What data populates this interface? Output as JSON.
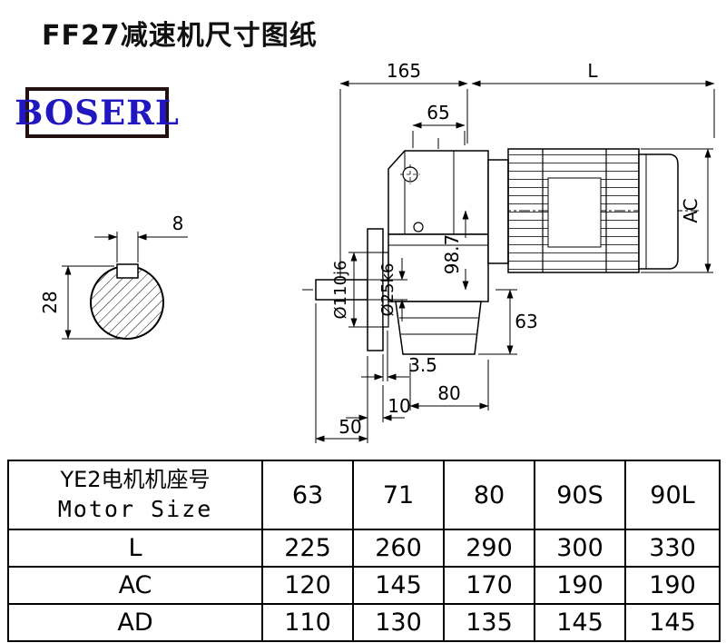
{
  "page": {
    "title": "FF27减速机尺寸图纸"
  },
  "logo": {
    "text": "BOSERL"
  },
  "colors": {
    "title": "#111111",
    "logo_text": "#2017c0",
    "logo_border": "#231010",
    "line": "#000000"
  },
  "drawing": {
    "dims": {
      "top_width": "165",
      "motor_length": "L",
      "inner_width": "65",
      "motor_diameter": "AC",
      "key_width": "8",
      "shaft_end_diameter": "28",
      "flange_spigot": "Ø110j6",
      "shaft_diameter": "Ø25k6",
      "axis_height": "98.7",
      "bottom_height": "63",
      "spigot_depth": "3.5",
      "housing_width": "80",
      "flange_thickness": "10",
      "shaft_length": "50"
    }
  },
  "table": {
    "header": {
      "label_cn": "YE2电机机座号",
      "label_en": "Motor Size",
      "cols": [
        "63",
        "71",
        "80",
        "90S",
        "90L"
      ]
    },
    "rows": [
      {
        "label": "L",
        "values": [
          "225",
          "260",
          "290",
          "300",
          "330"
        ]
      },
      {
        "label": "AC",
        "values": [
          "120",
          "145",
          "170",
          "190",
          "190"
        ]
      },
      {
        "label": "AD",
        "values": [
          "110",
          "130",
          "135",
          "145",
          "145"
        ]
      }
    ]
  }
}
